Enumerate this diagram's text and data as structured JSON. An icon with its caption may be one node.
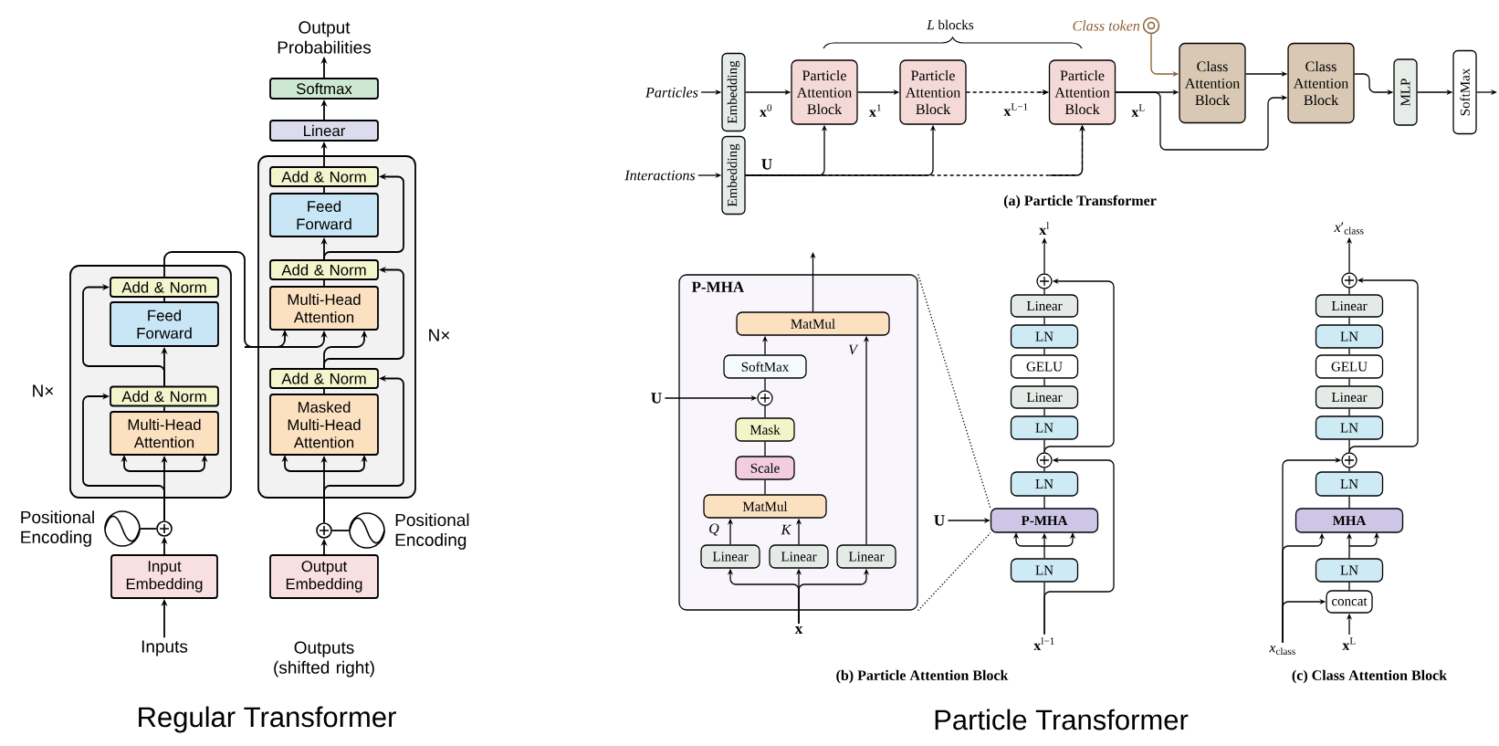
{
  "diagram": {
    "nodes": [
      {
        "text": [
          "Output Probabilities"
        ]
      },
      {
        "text": [
          "Softmax"
        ]
      },
      {
        "text": [
          "Linear"
        ]
      },
      {
        "text": [],
        "shape": "box",
        "beside": [
          "N×"
        ]
      },
      {
        "text": [
          "Add & Norm"
        ],
        "in": 3
      },
      {
        "text": [
          "Feed Forward"
        ],
        "in": 3
      },
      {
        "text": [
          "Add & Norm"
        ],
        "in": 3
      },
      {
        "text": [
          "Multi-Head Attention"
        ],
        "in": 3
      },
      {
        "text": [],
        "shape": "box",
        "beside": [
          "N×"
        ]
      },
      {
        "text": [
          "Add & Norm"
        ],
        "in": 8
      },
      {
        "text": [
          "Feed Forward"
        ],
        "in": 8
      },
      {
        "text": [
          "Add & Norm"
        ],
        "in": 8
      },
      {
        "text": [
          "Multi-Head Attention"
        ],
        "in": 8
      },
      {
        "text": [
          "Add & Norm"
        ],
        "in": 8
      },
      {
        "text": [
          "Masked Multi-Head Attention"
        ],
        "in": 8
      },
      {
        "text": [],
        "shape": "circle"
      },
      {
        "text": [],
        "shape": "circle",
        "beside": [
          "Positional Encoding"
        ]
      },
      {
        "text": [],
        "shape": "circle"
      },
      {
        "text": [],
        "shape": "circle",
        "beside": [
          "Positional Encoding"
        ]
      },
      {
        "text": [
          "Input Embedding"
        ]
      },
      {
        "text": [
          "Output Embedding"
        ]
      },
      {
        "text": [
          "Inputs"
        ]
      },
      {
        "text": [
          "Outputs (shifted right)"
        ]
      },
      {
        "text": [
          "Particles"
        ]
      },
      {
        "text": [
          "Embedding"
        ]
      },
      {
        "text": [
          "Interactions"
        ]
      },
      {
        "text": [
          "Embedding"
        ]
      },
      {
        "text": [
          "Particle Attention Block"
        ]
      },
      {
        "text": [
          "Particle Attention Block"
        ]
      },
      {
        "text": [
          "Particle Attention Block"
        ]
      },
      {
        "text": [],
        "shape": "circle",
        "beside": [
          "Class token"
        ]
      },
      {
        "text": [
          "Class Attention Block"
        ]
      },
      {
        "text": [
          "Class Attention Block"
        ]
      },
      {
        "text": [
          "MLP"
        ]
      },
      {
        "text": [
          "SoftMax"
        ]
      },
      {
        "text": [
          "P-MHA"
        ]
      },
      {
        "text": [
          "MatMul"
        ],
        "in": 35
      },
      {
        "text": [
          "SoftMax"
        ],
        "in": 35
      },
      {
        "text": [],
        "shape": "circle",
        "in": 35
      },
      {
        "text": [
          "Mask"
        ],
        "in": 35
      },
      {
        "text": [
          "Scale"
        ],
        "in": 35
      },
      {
        "text": [
          "MatMul"
        ],
        "in": 35
      },
      {
        "text": [
          "Linear"
        ],
        "in": 35
      },
      {
        "text": [
          "Linear"
        ],
        "in": 35
      },
      {
        "text": [
          "Linear"
        ],
        "in": 35
      },
      {
        "text": [
          "U"
        ]
      },
      {
        "text": [
          "x"
        ]
      },
      {
        "text": [
          "**x**$^{l}$"
        ]
      },
      {
        "text": [],
        "shape": "circle"
      },
      {
        "text": [
          "Linear"
        ]
      },
      {
        "text": [
          "LN"
        ]
      },
      {
        "text": [
          "GELU"
        ]
      },
      {
        "text": [
          "Linear"
        ]
      },
      {
        "text": [
          "LN"
        ]
      },
      {
        "text": [],
        "shape": "circle"
      },
      {
        "text": [
          "LN"
        ]
      },
      {
        "text": [
          "P-MHA"
        ]
      },
      {
        "text": [
          "LN"
        ]
      },
      {
        "text": [
          "**x**$^{l−1}$"
        ]
      },
      {
        "text": [
          "U"
        ]
      },
      {
        "text": [
          "*x*′$_{class}$"
        ]
      },
      {
        "text": [],
        "shape": "circle"
      },
      {
        "text": [
          "Linear"
        ]
      },
      {
        "text": [
          "LN"
        ]
      },
      {
        "text": [
          "GELU"
        ]
      },
      {
        "text": [
          "Linear"
        ]
      },
      {
        "text": [
          "LN"
        ]
      },
      {
        "text": [],
        "shape": "circle"
      },
      {
        "text": [
          "LN"
        ]
      },
      {
        "text": [
          "MHA"
        ]
      },
      {
        "text": [
          "LN"
        ]
      },
      {
        "text": [
          "concat"
        ]
      },
      {
        "text": [
          "**x**$^{L}$"
        ]
      },
      {
        "text": [
          "*x*$_{class}$"
        ]
      }
    ],
    "edges": [
      {
        "from": 21,
        "to": 19,
        "arrow": "to"
      },
      {
        "from": 19,
        "to": 15,
        "arrow": "to"
      },
      {
        "from": 16,
        "to": 15,
        "arrow": "none"
      },
      {
        "from": 15,
        "to": 7,
        "arrow": "to"
      },
      {
        "from": 15,
        "to": 6,
        "arrow": "to"
      },
      {
        "from": 7,
        "to": 6,
        "arrow": "none"
      },
      {
        "from": 6,
        "to": 5,
        "arrow": "to"
      },
      {
        "from": 6,
        "to": 4,
        "arrow": "to"
      },
      {
        "from": 5,
        "to": 4,
        "arrow": "none"
      },
      {
        "from": 4,
        "to": 12,
        "arrow": "to"
      },
      {
        "from": 20,
        "to": 17,
        "arrow": "to"
      },
      {
        "from": 18,
        "to": 17,
        "arrow": "none"
      },
      {
        "from": 17,
        "to": 14,
        "arrow": "to"
      },
      {
        "from": 17,
        "to": 13,
        "arrow": "to"
      },
      {
        "from": 14,
        "to": 13,
        "arrow": "none"
      },
      {
        "from": 13,
        "to": 12,
        "arrow": "to"
      },
      {
        "from": 13,
        "to": 11,
        "arrow": "to"
      },
      {
        "from": 12,
        "to": 11,
        "arrow": "none"
      },
      {
        "from": 11,
        "to": 10,
        "arrow": "to"
      },
      {
        "from": 11,
        "to": 9,
        "arrow": "to"
      },
      {
        "from": 10,
        "to": 9,
        "arrow": "none"
      },
      {
        "from": 9,
        "to": 2,
        "arrow": "to"
      },
      {
        "from": 2,
        "to": 1,
        "arrow": "to"
      },
      {
        "from": 1,
        "to": 0,
        "arrow": "to"
      },
      {
        "from": 23,
        "to": 24,
        "arrow": "to"
      },
      {
        "from": 25,
        "to": 26,
        "arrow": "to"
      },
      {
        "from": 24,
        "to": 27,
        "arrow": "to",
        "label": "**x**$^{0}$"
      },
      {
        "from": 27,
        "to": 28,
        "arrow": "to",
        "label": "**x**$^{1}$"
      },
      {
        "from": 28,
        "to": 29,
        "arrow": "to",
        "label": "**x**$^{L−1}$",
        "style": "dashed"
      },
      {
        "from": 26,
        "to": 27,
        "arrow": "to",
        "label": "U"
      },
      {
        "from": 26,
        "to": 28,
        "arrow": "to"
      },
      {
        "from": 26,
        "to": 29,
        "arrow": "to",
        "style": "dashed"
      },
      {
        "from": 29,
        "to": 31,
        "arrow": "to",
        "label": "**x**$^{L}$"
      },
      {
        "from": 29,
        "to": 32,
        "arrow": "to"
      },
      {
        "from": 30,
        "to": 31,
        "arrow": "to",
        "color": "#8b5e34"
      },
      {
        "from": 31,
        "to": 32,
        "arrow": "to"
      },
      {
        "from": 32,
        "to": 33,
        "arrow": "to"
      },
      {
        "from": 33,
        "to": 34,
        "arrow": "to"
      },
      {
        "from": 34,
        "to": null,
        "arrow": "to"
      },
      {
        "from": 46,
        "to": 43,
        "arrow": "to"
      },
      {
        "from": 46,
        "to": 42,
        "arrow": "to"
      },
      {
        "from": 46,
        "to": 44,
        "arrow": "to"
      },
      {
        "from": 42,
        "to": 41,
        "arrow": "to",
        "label": "Q"
      },
      {
        "from": 43,
        "to": 41,
        "arrow": "to",
        "label": "K"
      },
      {
        "from": 44,
        "to": 36,
        "arrow": "to",
        "label": "V"
      },
      {
        "from": 41,
        "to": 40,
        "arrow": "none"
      },
      {
        "from": 40,
        "to": 39,
        "arrow": "none"
      },
      {
        "from": 39,
        "to": 38,
        "arrow": "none"
      },
      {
        "from": 45,
        "to": 38,
        "arrow": "to"
      },
      {
        "from": 38,
        "to": 37,
        "arrow": "none"
      },
      {
        "from": 37,
        "to": 36,
        "arrow": "to"
      },
      {
        "from": 36,
        "to": null,
        "arrow": "to"
      },
      {
        "from": 35,
        "to": 56,
        "arrow": "none",
        "style": "dashed"
      },
      {
        "from": 35,
        "to": 56,
        "arrow": "none",
        "style": "dashed"
      },
      {
        "from": 58,
        "to": 57,
        "arrow": "none"
      },
      {
        "from": 58,
        "to": 54,
        "arrow": "to"
      },
      {
        "from": 57,
        "to": 56,
        "arrow": "to"
      },
      {
        "from": 59,
        "to": 56,
        "arrow": "to"
      },
      {
        "from": 56,
        "to": 55,
        "arrow": "none"
      },
      {
        "from": 55,
        "to": 54,
        "arrow": "none"
      },
      {
        "from": 54,
        "to": 53,
        "arrow": "none"
      },
      {
        "from": 54,
        "to": 48,
        "arrow": "to"
      },
      {
        "from": 53,
        "to": 52,
        "arrow": "none"
      },
      {
        "from": 52,
        "to": 51,
        "arrow": "none"
      },
      {
        "from": 51,
        "to": 50,
        "arrow": "none"
      },
      {
        "from": 50,
        "to": 49,
        "arrow": "none"
      },
      {
        "from": 49,
        "to": 48,
        "arrow": "none"
      },
      {
        "from": 48,
        "to": 47,
        "arrow": "to"
      },
      {
        "from": 72,
        "to": 71,
        "arrow": "to"
      },
      {
        "from": 73,
        "to": 71,
        "arrow": "to"
      },
      {
        "from": 73,
        "to": 69,
        "arrow": "to"
      },
      {
        "from": 73,
        "to": 67,
        "arrow": "to"
      },
      {
        "from": 71,
        "to": 70,
        "arrow": "none"
      },
      {
        "from": 70,
        "to": 69,
        "arrow": "to"
      },
      {
        "from": 69,
        "to": 68,
        "arrow": "none"
      },
      {
        "from": 68,
        "to": 67,
        "arrow": "none"
      },
      {
        "from": 67,
        "to": 66,
        "arrow": "none"
      },
      {
        "from": 66,
        "to": 65,
        "arrow": "none"
      },
      {
        "from": 65,
        "to": 64,
        "arrow": "none"
      },
      {
        "from": 64,
        "to": 63,
        "arrow": "none"
      },
      {
        "from": 63,
        "to": 62,
        "arrow": "none"
      },
      {
        "from": 62,
        "to": 61,
        "arrow": "none"
      },
      {
        "from": 67,
        "to": 61,
        "arrow": "to"
      },
      {
        "from": 61,
        "to": 60,
        "arrow": "to"
      }
    ],
    "labels": [
      "*L* blocks",
      "(a) Particle Transformer",
      "(b) Particle Attention Block",
      "(c) Class Attention Block",
      "Regular Transformer",
      "Particle Transformer"
    ]
  }
}
